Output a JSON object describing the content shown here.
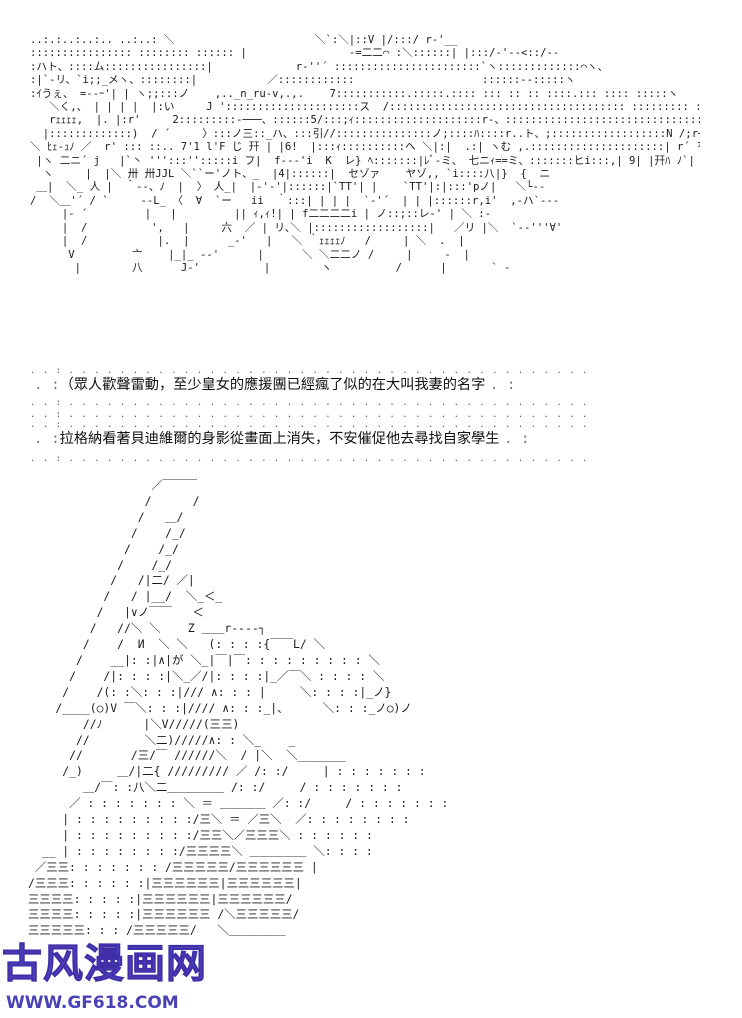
{
  "art": {
    "top": "..:.:..:..:.. ..:..: ＼                      ＼`:＼|::V |/:::/ r‐'__\n:::::::::::::::: :::::::: :::::: |                ‐=二二⌒ :＼::::::| |:::/‐'‐‐<::/‐‐\n:ハト、::::ム::::::::::::::::|             r‐''´ :::::::::::::::::::::::`ヽ:::::::::::::⌒ヽ、\n:|`‐リ、`i;;_メヽ、::::::::|           ／::::::::::::                    ::::::-‐:::::ヽ\n:ｲうぇ、 =-‐ｰ'| | ヽ;;:::ノ    ,.._n_ru‐v,.,.    7:::::::::::.:::::.:::: ::: :: :: ::::.::: :::: :::::ヽ\n   ＼く,、 | | | |  |:い     J ':::::::::::::::::::::ス  /::::::::::::::::::::::::::::::::::::: ::::::::: ::::\n   rｪｪｪｪ,  |. |:r'     2:::::::::‐───、::::::5/:::;ｨ::::::::::::::::::::r‐、:::::::::::::::::::::::::::::::| Σ`‐⌒\n  |:::::::::::::)  / ´     〉:::ノ三::_ハ、:::引//:::::::::::::::ノ;::::ﾊ::::r..ト、;::::::::::::::::::N /;r───\n＼ ﾋｪ‐ｭﾉ ／  r' ::: ::.. 7'1 l'F じ 幵 | |6!  |:::ｨ::::::::::ヘ ＼|:|  .:| ヽむ ,.:::::::::::::::::::::| r´ ̄ャ、\n |ヽ 二ニ´ j   |`丶 ''':::'':::::i フ|  f‐‐‐'i  K  レ} ﾍ:::::::|ﾚﾞ‐ミ、 七ニｨ==ミ、:::::::ヒi:::,| 9| |幵ﾊ ﾉ`|\n  ヽ     |  |＼ 卅 卅JJL ＼``ー'ノト、_  |4|::::::|  セゾァ    ヤゾ,, `i::::八|}  {  ニ\n ＿|  ＼_ 人 |  ｀‐-、ﾉ  |  〉 人_|  |‐'‐'|::::::|`TT'| |    `TT'|:|:::'pノ|   ＼└‐-\n/  ＼＿'´ / `     -‐L_ 〈  ∀  `ー   ii  ｀:::| | | |  `‐'´  | | |::::::r,i'  ,‐ハ`‐‐-\n     |‐ ´         |   |         || ｨ,ｨ!| | f二二二二i | ノ::;::レ‐' | ＼ :-\n     |  /          ',   |     六  ／ | リ､＼ |::::::::::::::::::|   ／リ |＼  `‐‐'''∀'\n     |  /           |.  |      _‐'   |   ＼ ｀ｪｪｪｪﾉ   /     | ＼  .  |\n      V         亠    |_|_ ‐‐'      |      ＼ ＼二二ノ /     |     ‐  |\n       |        八      J‐'          |        ヽ          /      |       ` -",
    "bottom": "                  ／￣￣￣\n                 /      /\n                /   ＿/\n               /    /_/\n              /    /_/\n             /    /_/\n            /   /|二/ ／|\n           /   / |__/  ＼_＜_\n          /   |∨ノ￣￣   ＜\n         /   //＼ ＼    Z ＿＿r‐‐‐‐┐\n        /    /  И  ＼ ＼   (: : : :{￣￣L/ ＼\n       /    __|: :|∧|が ＼_|￣|￣: : : : : : : : : ＼\n      /    /|: : : :|＼_／/|: : : :|_／￣＼ : : : : ＼\n     /    /(: :＼: : :|/// ∧: : : |     ＼: : : :|_ノ}\n    /____(○)V ￣＼: : :|//// ∧: : :_|、     ＼: : :_ノ○)ノ\n        //ﾉ      |＼V/////(三三)\n       //        ＼二)/////∧: : ＼_    _\n      //       /三/￣ //////＼  / |＼  ＼_______\n     /_)     ＿/|二{ ///////// ／ /: :/     | : : : : : : :\n        ＿/￣: :八＼二＿＿＿＿＿ /: :/     / : : : : : : :\n      ／ : : : : : : : ＼ ＝ ＿＿＿＿ ／: :/     / : : : : : : :\n     | : : : : : : : : :/三＼ ＝ ／三＼  ／: : : : : : : :\n     | : : : : : : : : :/三三＼／三三三＼ : : : : : :\n  __ | : : : : : : : :/三三三三＼ ＿＿＿＿＿ ＼: : : :\n ／三三: : : : : : : /三三三三三/三三三三三三 |\n/三三三: : : : : :|三三三三三三|三三三三三三|\n三三三三: : : : :|三三三三三三|三三三三三三/\n三三三三: : : : :|三三三三三三 /＼三三三三三/\n三三三三三: : : /三三三三三/   ＼＿＿＿＿＿"
  },
  "dot_row": ". . : . . . . . . . . . . . . . . . . . . . . . . . . . . . . . . . . . . . . . . . . . . . . . . . . . . . . . . . . . . . . . . . . . . . . . . . . . . . . . . . . .",
  "captions": {
    "line1": "（眾人歡聲雷動，至少皇女的應援團已經瘋了似的在大叫我妻的名字",
    "line2": "拉格納看著貝迪維爾的身影從畫面上消失，不安催促他去尋找自家學生",
    "left_mark": ". :",
    "right_mark": ". :"
  },
  "watermark": {
    "title": "古风漫画网",
    "url": "WWW.GF618.COM"
  }
}
